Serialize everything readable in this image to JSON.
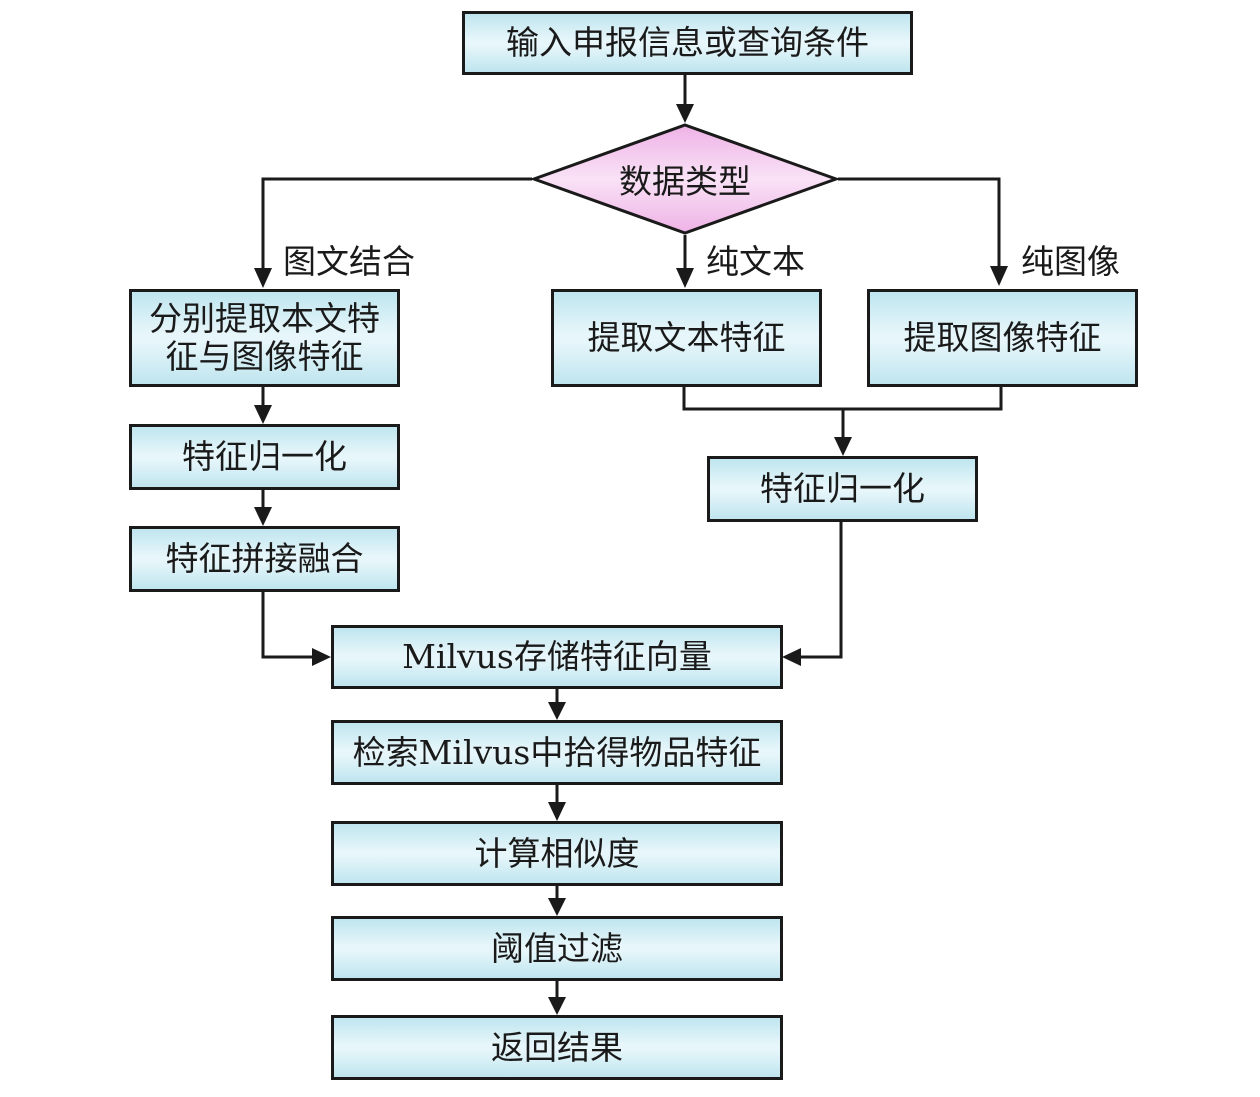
{
  "diagram": {
    "type": "flowchart",
    "nodes": {
      "input": "输入申报信息或查询条件",
      "decision": "数据类型",
      "combined_extract": "分别提取本文特征与图像特征",
      "combined_extract_line1": "分别提取本文特",
      "combined_extract_line2": "征与图像特征",
      "text_extract": "提取文本特征",
      "image_extract": "提取图像特征",
      "left_normalize": "特征归一化",
      "right_normalize": "特征归一化",
      "concat_fusion": "特征拼接融合",
      "milvus_store": "Milvus存储特征向量",
      "milvus_search": "检索Milvus中拾得物品特征",
      "similarity": "计算相似度",
      "threshold": "阈值过滤",
      "result": "返回结果"
    },
    "edge_labels": {
      "combined": "图文结合",
      "text_only": "纯文本",
      "image_only": "纯图像"
    },
    "edges": [
      [
        "input",
        "decision"
      ],
      [
        "decision",
        "combined_extract",
        "图文结合"
      ],
      [
        "decision",
        "text_extract",
        "纯文本"
      ],
      [
        "decision",
        "image_extract",
        "纯图像"
      ],
      [
        "combined_extract",
        "left_normalize"
      ],
      [
        "left_normalize",
        "concat_fusion"
      ],
      [
        "concat_fusion",
        "milvus_store"
      ],
      [
        "text_extract",
        "right_normalize"
      ],
      [
        "image_extract",
        "right_normalize"
      ],
      [
        "right_normalize",
        "milvus_store"
      ],
      [
        "milvus_store",
        "milvus_search"
      ],
      [
        "milvus_search",
        "similarity"
      ],
      [
        "similarity",
        "threshold"
      ],
      [
        "threshold",
        "result"
      ]
    ],
    "colors": {
      "box_fill_edge": "#bfe5ef",
      "box_fill_center": "#e6f6fa",
      "decision_fill_edge": "#eeb2e6",
      "decision_fill_center": "#f9e2f6",
      "stroke": "#1a1a1a"
    }
  }
}
